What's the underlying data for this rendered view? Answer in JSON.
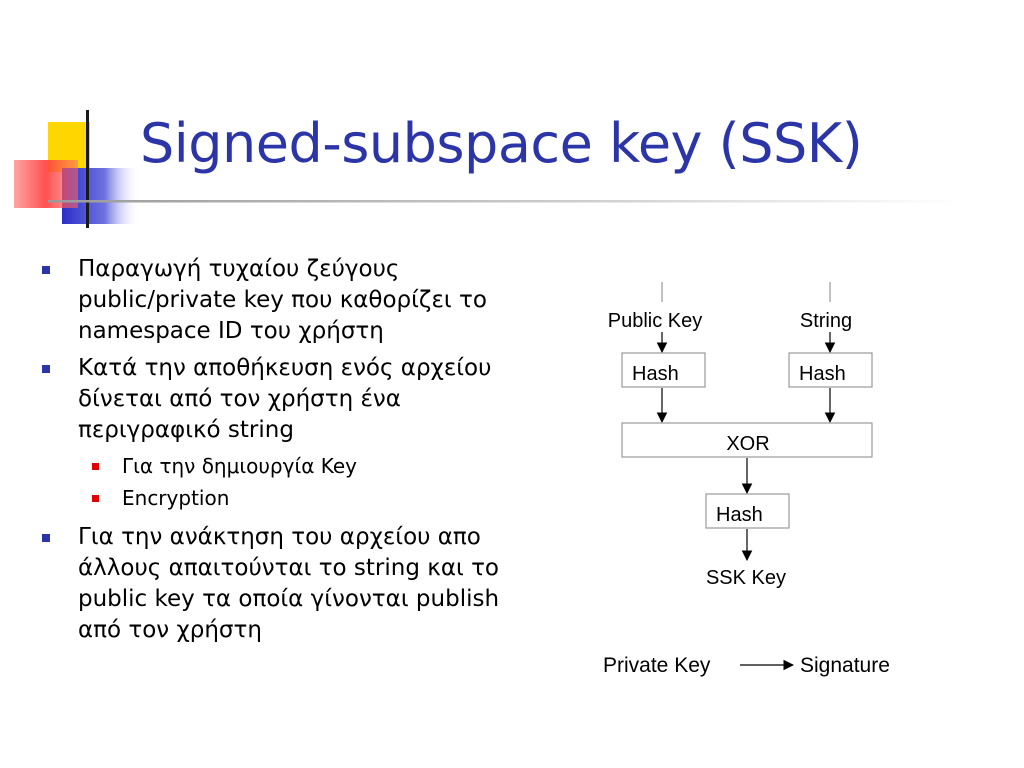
{
  "slide": {
    "title": "Signed-subspace key (SSK)",
    "bullets": [
      "Παραγωγή τυχαίου ζεύγους public/private key που καθορίζει το namespace ID του χρήστη",
      "Κατά την αποθήκευση ενός αρχείου δίνεται από τον χρήστη ένα περιγραφικό string",
      "Για την ανάκτηση του αρχείου απο άλλους απαιτούνται το string και το public key τα οποία γίνονται publish από τον χρήστη"
    ],
    "subbullets": [
      "Για την δημιουργία Key",
      "Encryption"
    ]
  },
  "diagram": {
    "public_key": "Public Key",
    "string": "String",
    "hash_left": "Hash",
    "hash_right": "Hash",
    "xor": "XOR",
    "hash_bottom": "Hash",
    "ssk_key": "SSK Key",
    "private_key": "Private Key",
    "signature": "Signature"
  },
  "colors": {
    "title": "#2b35a8",
    "bullet": "#2b35a8",
    "subbullet": "#e00000",
    "deco_yellow": "#ffd700",
    "deco_blue": "#2b2fc8",
    "deco_red": "#ff4a4a"
  }
}
